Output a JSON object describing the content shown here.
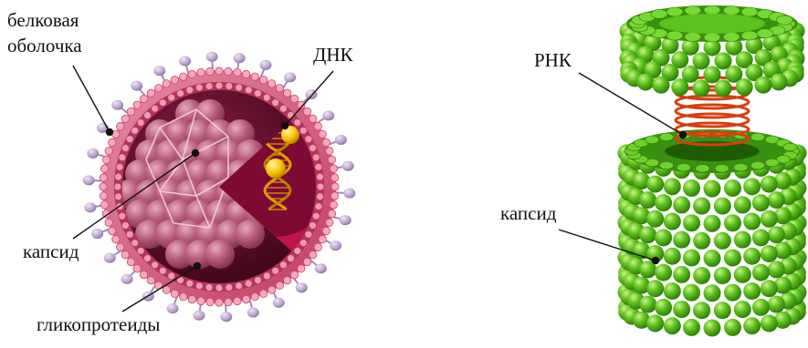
{
  "left_virus": {
    "labels": {
      "envelope_line1": "белковая",
      "envelope_line2": "оболочка",
      "dna": "ДНК",
      "capsid": "капсид",
      "glycoproteins": "гликопротеиды"
    },
    "colors": {
      "membrane": "#d65a7e",
      "beads": "#f29ab0",
      "spikes": "#b9a3cc",
      "capsid": "#a8536f",
      "interior": "#5a0d2b",
      "dna_strand": "#e0a000",
      "nucleus": "#f2c300"
    }
  },
  "right_virus": {
    "labels": {
      "rna": "РНК",
      "capsid": "капсид"
    },
    "colors": {
      "capsomere": "#4fb214",
      "capsomere_highlight": "#a6ec5d",
      "capsomere_dark": "#2c7a08",
      "rna_helix": "#d63e12"
    }
  }
}
